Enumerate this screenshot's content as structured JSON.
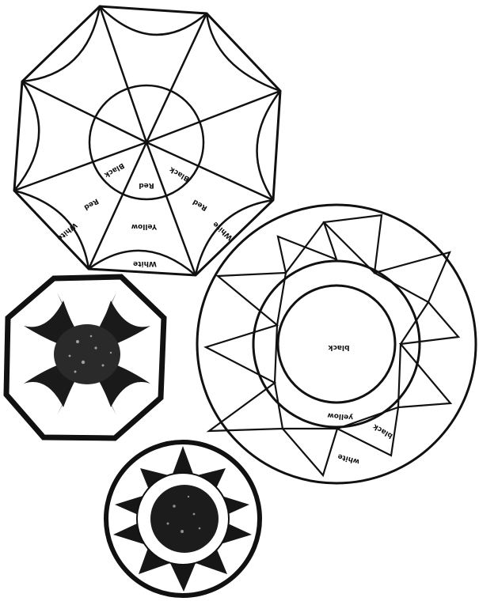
{
  "octagon_design": {
    "labels": {
      "black_top": "Black",
      "black_left": "Black",
      "red_center": "Red",
      "red_left": "Red",
      "red_right": "Red",
      "yellow": "Yellow",
      "white_left": "White",
      "white_right": "White",
      "white_bottom": "White"
    }
  },
  "circle_design": {
    "labels": {
      "center": "black",
      "ring": "yellow",
      "point": "black",
      "outer": "white"
    }
  },
  "colors": {
    "ink": "#111111",
    "paper": "#ffffff"
  }
}
